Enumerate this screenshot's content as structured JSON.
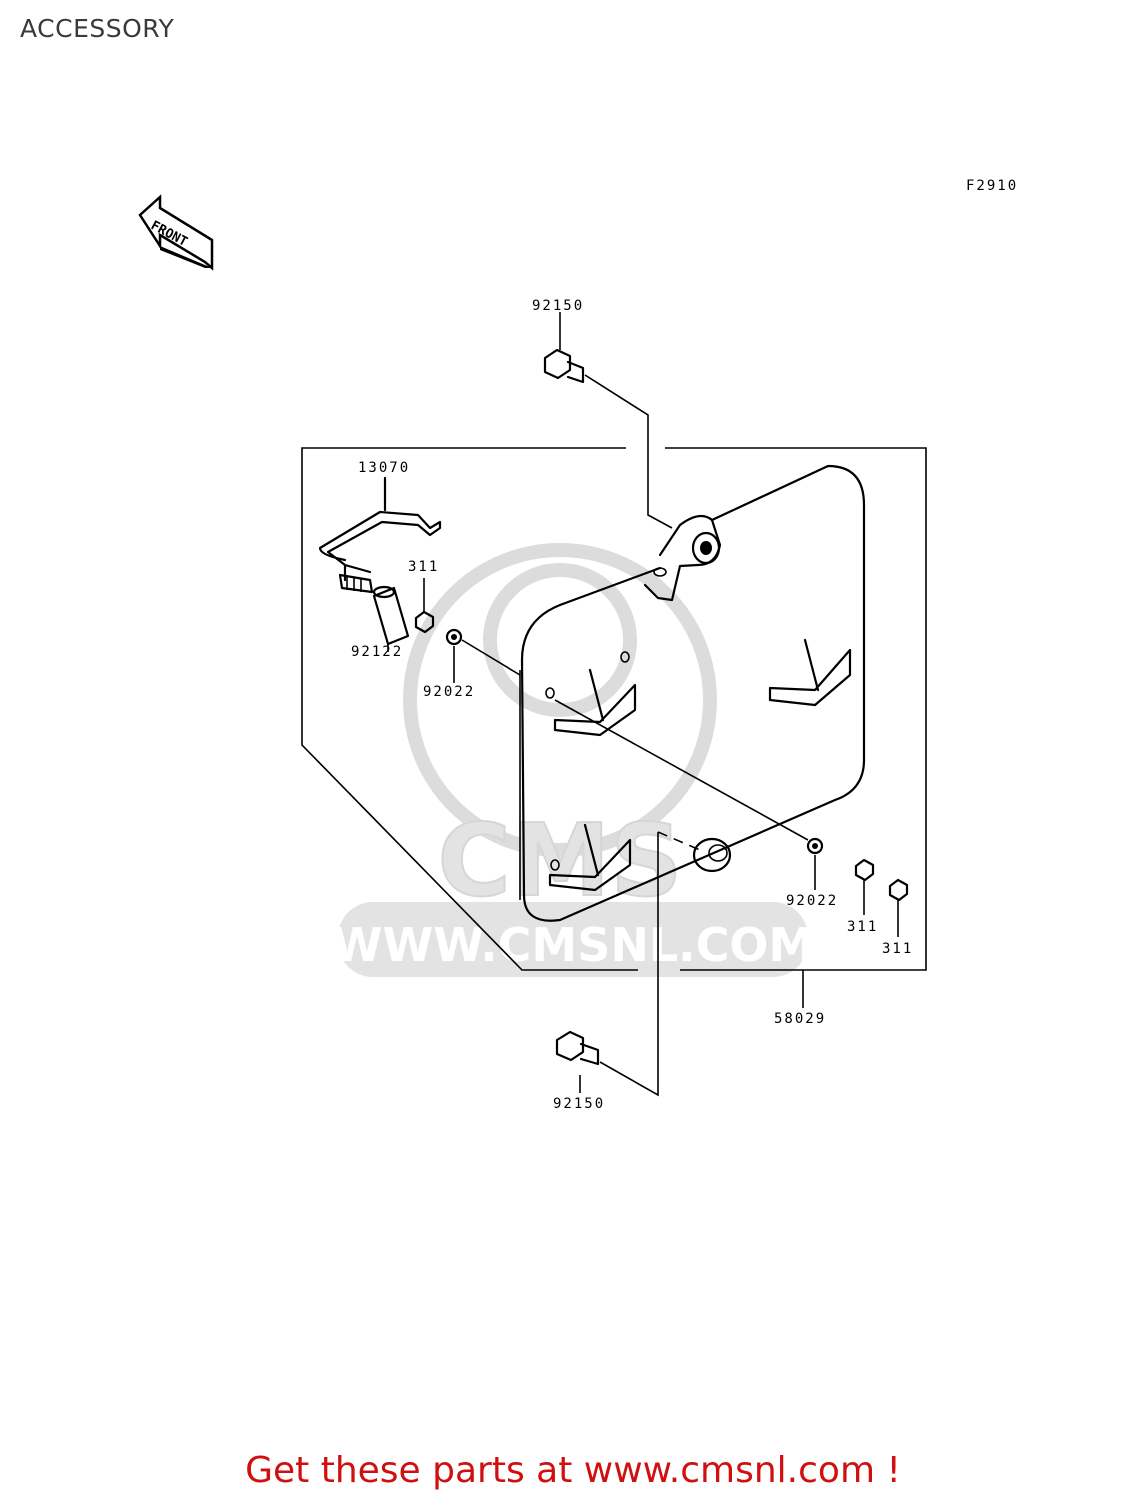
{
  "page": {
    "title": "ACCESSORY",
    "footer_text": "Get these parts at www.cmsnl.com !"
  },
  "diagram": {
    "figure_code": "F2910",
    "front_marker": "FRONT",
    "watermark": {
      "logo_text": "CMS",
      "url_text": "WWW.CMSNL.COM"
    },
    "callouts": [
      "92150",
      "13070",
      "311",
      "92122",
      "92022",
      "92022",
      "311",
      "311",
      "58029",
      "92150"
    ]
  },
  "colors": {
    "footer": "#d01010",
    "line": "#000000",
    "watermark": "#dcdcdc"
  }
}
